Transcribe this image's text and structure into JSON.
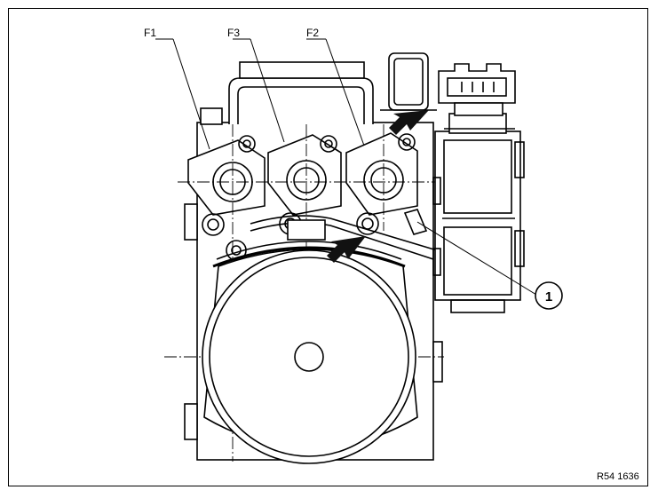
{
  "labels": {
    "f1": "F1",
    "f3": "F3",
    "f2": "F2",
    "callout_1": "1"
  },
  "reference_code": "R54 1636",
  "colors": {
    "line": "#000000",
    "fill": "#ffffff",
    "shade": "#e6e6e6",
    "arrow": "#111111"
  }
}
